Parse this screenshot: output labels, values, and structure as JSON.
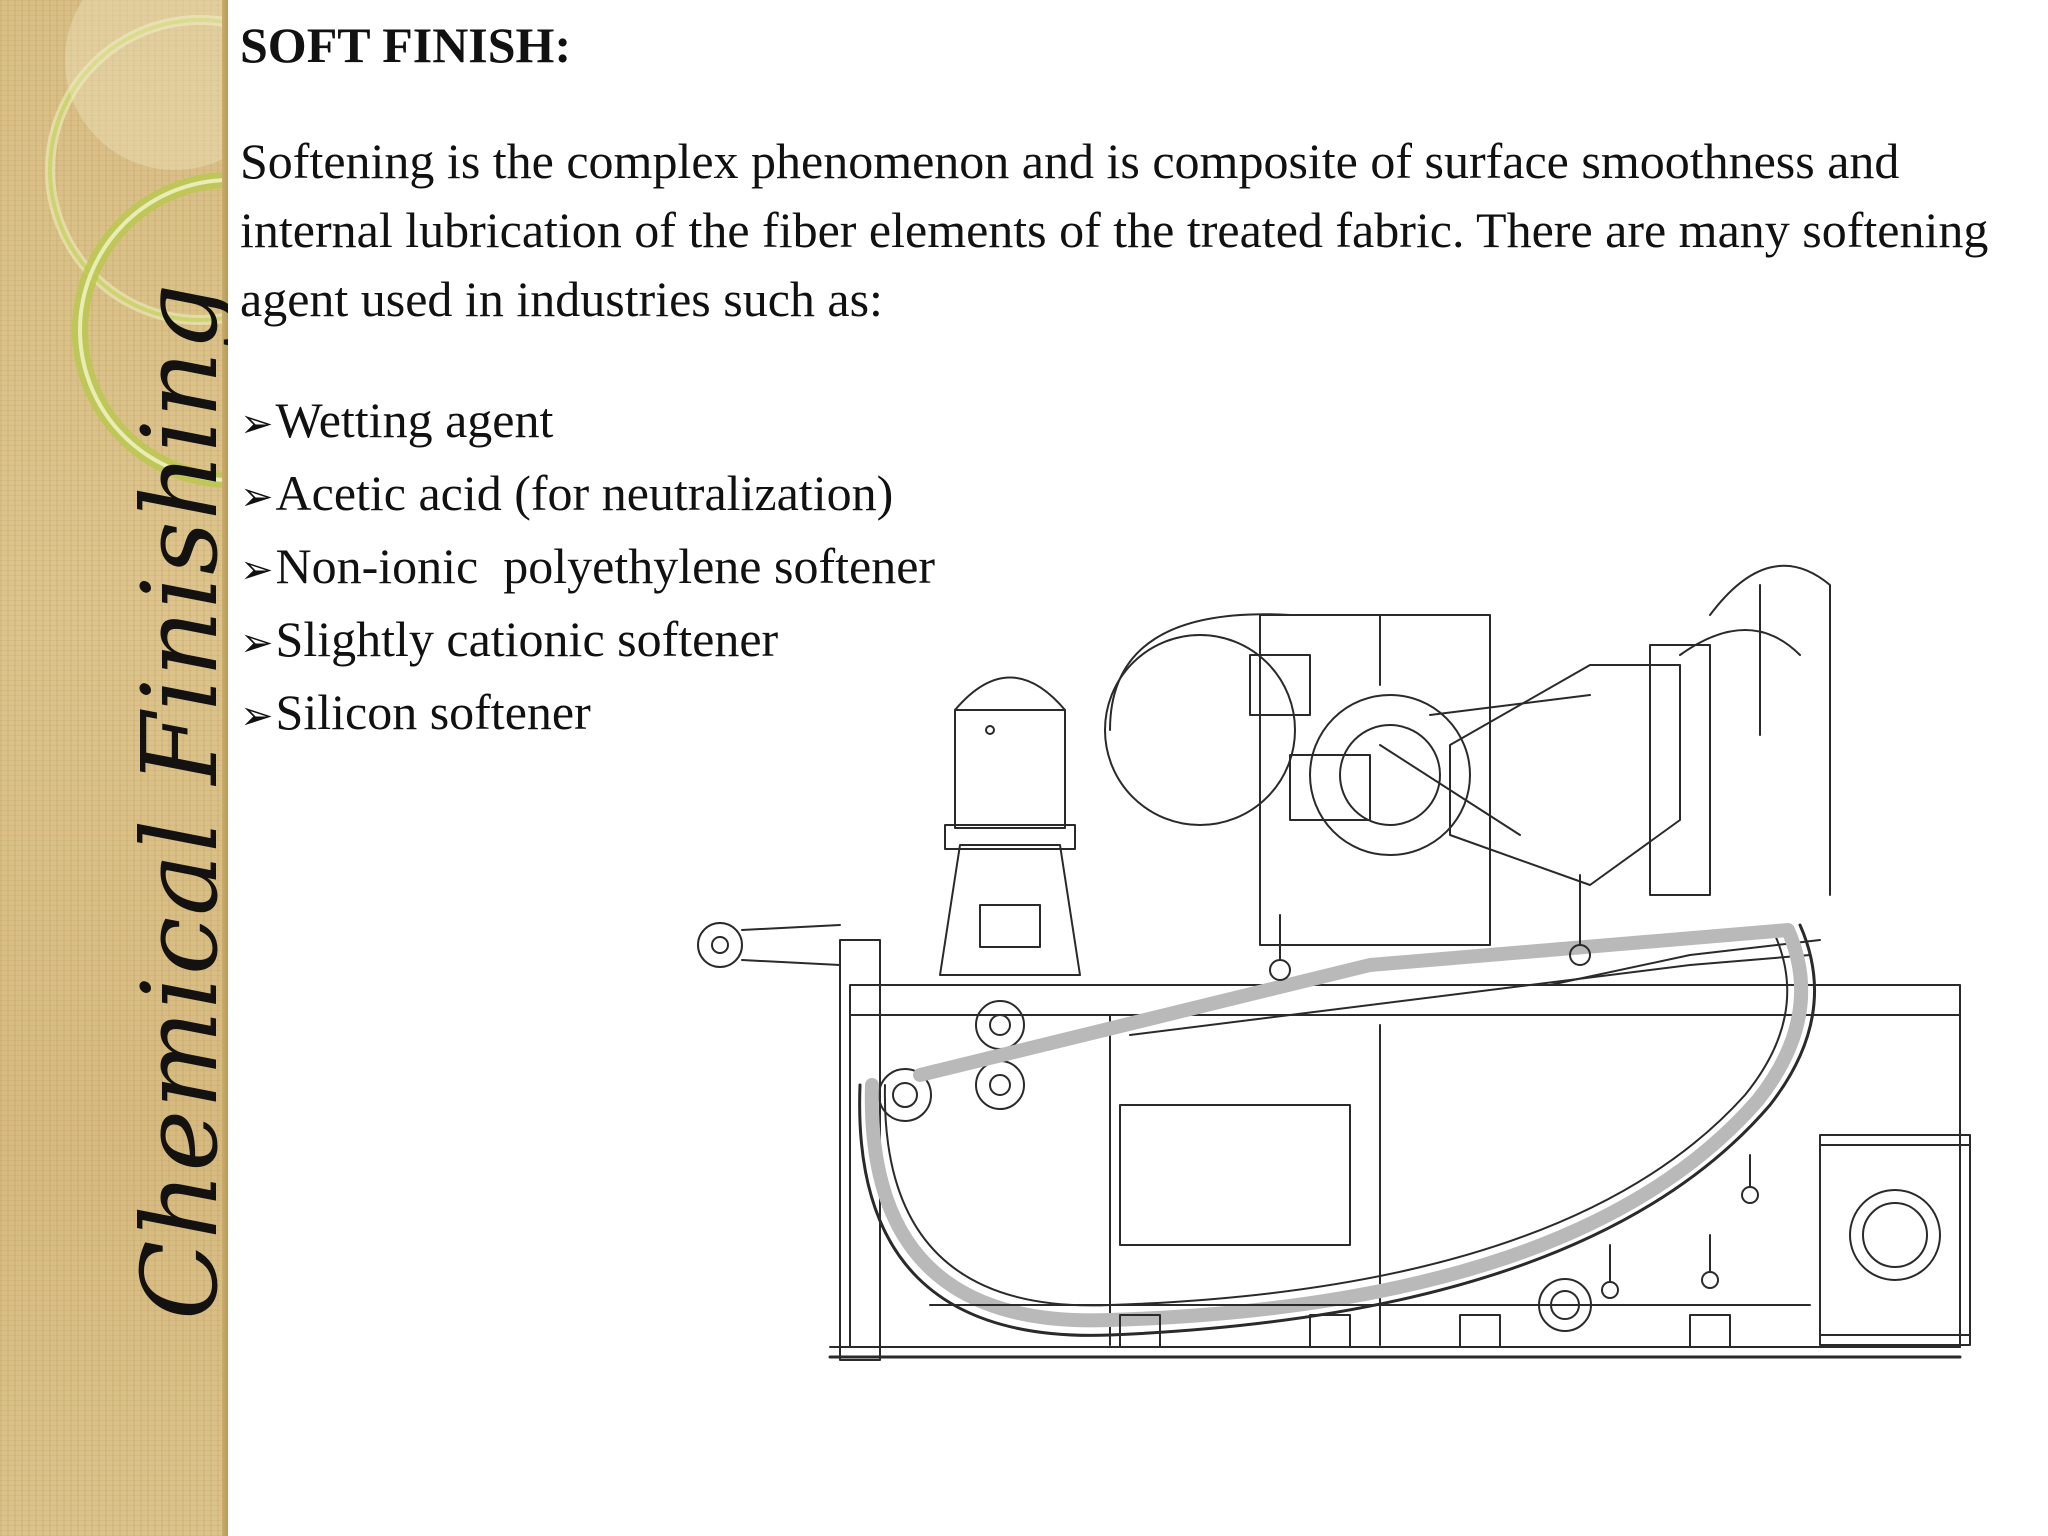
{
  "sidebar": {
    "vertical_title": "Chemical Finishing"
  },
  "slide": {
    "heading": "SOFT FINISH:",
    "intro": "Softening is the complex phenomenon and is composite of surface smoothness and internal lubrication of the fiber elements of the treated fabric. There are many softening agent used in industries such as:",
    "bullet_glyph": "➢",
    "bullets": [
      "Wetting agent",
      "Acetic acid (for neutralization)",
      "Non-ionic  polyethylene softener",
      "Slightly cationic softener",
      "Silicon softener"
    ]
  },
  "colors": {
    "sidebar_base": "#d9bf86",
    "sidebar_arc": "#c8d36a",
    "text": "#111111",
    "drawing_line": "#2a2a2a",
    "fabric_path": "#b9b9b9"
  }
}
